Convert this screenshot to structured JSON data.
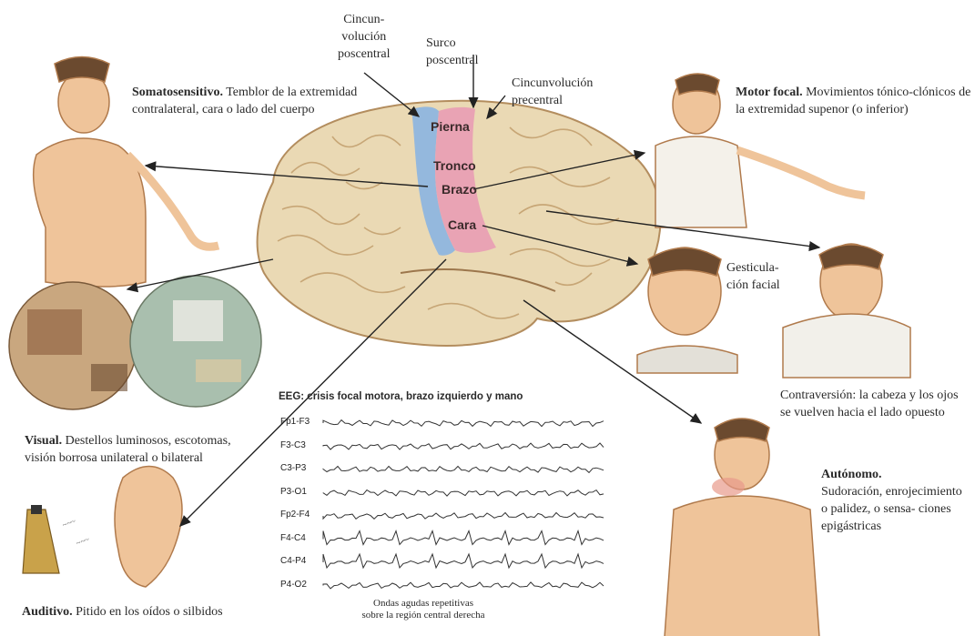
{
  "brain": {
    "labels": {
      "cincunvolucion_poscentral": "Cincun-\nvolución\nposcentral",
      "surco_poscentral": "Surco\nposcentral",
      "cincunvolucion_precentral": "Cincunvolución\nprecentral",
      "pierna": "Pierna",
      "tronco": "Tronco",
      "brazo": "Brazo",
      "cara": "Cara"
    },
    "colors": {
      "postcentral": "#8fb6df",
      "precentral": "#e9a0b4",
      "cortex": "#ead9b4"
    }
  },
  "panels": {
    "somatosensitivo": {
      "title": "Somatosensitivo.",
      "text": " Temblor de la extremidad contralateral, cara o lado del cuerpo"
    },
    "motor_focal": {
      "title": "Motor focal.",
      "text": " Movimientos tónico-clónicos de la extremidad supenor (o inferior)"
    },
    "gesticulacion": {
      "text": "Gesticula-\nción facial"
    },
    "contraversion": {
      "text": "Contraversión: la cabeza y los ojos se vuelven hacia el lado opuesto"
    },
    "visual": {
      "title": "Visual.",
      "text": " Destellos luminosos, escotomas, visión borrosa unilateral o bilateral"
    },
    "autonomo": {
      "title": "Autónomo.",
      "text": "Sudoración, enrojecimiento o palidez, o sensa- ciones epigástricas"
    },
    "auditivo": {
      "title": "Auditivo.",
      "text": " Pitido en los oídos o silbidos"
    }
  },
  "eeg": {
    "title": "EEG: crisis focal motora, brazo izquierdo y mano",
    "channels": [
      "Fp1-F3",
      "F3-C3",
      "C3-P3",
      "P3-O1",
      "Fp2-F4",
      "F4-C4",
      "C4-P4",
      "P4-O2"
    ],
    "caption": "Ondas agudas repetitivas\nsobre la región central derecha"
  }
}
